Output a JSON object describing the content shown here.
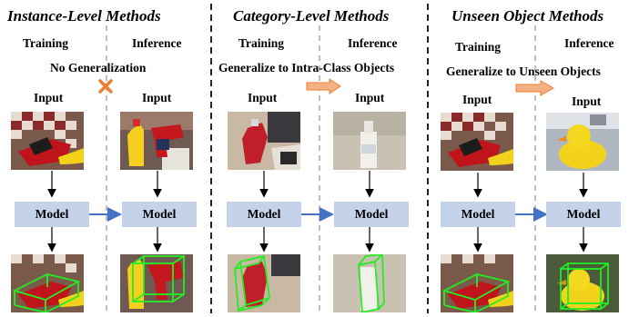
{
  "panels": [
    {
      "title": "Instance-Level Methods",
      "training": "Training",
      "inference": "Inference",
      "transfer": "No Generalization",
      "input_train": "Input",
      "input_infer": "Input",
      "model_train": "Model",
      "model_infer": "Model"
    },
    {
      "title": "Category-Level Methods",
      "training": "Training",
      "inference": "Inference",
      "transfer": "Generalize to Intra-Class Objects",
      "input_train": "Input",
      "input_infer": "Input",
      "model_train": "Model",
      "model_infer": "Model"
    },
    {
      "title": "Unseen Object Methods",
      "training": "Training",
      "inference": "Inference",
      "transfer": "Generalize to Unseen Objects",
      "input_train": "Input",
      "input_infer": "Input",
      "model_train": "Model",
      "model_infer": "Model"
    }
  ],
  "colors": {
    "model_fill": "#c5d3ea",
    "transfer_arrow": "#f4b183",
    "transfer_arrow_stroke": "#ed7d31",
    "cross_mark": "#ed7d31",
    "model_link_arrow": "#4472c4",
    "bbox": "#22ee22",
    "divider": "#999999"
  },
  "icons": [
    "cross-icon",
    "transfer-arrow-icon"
  ]
}
